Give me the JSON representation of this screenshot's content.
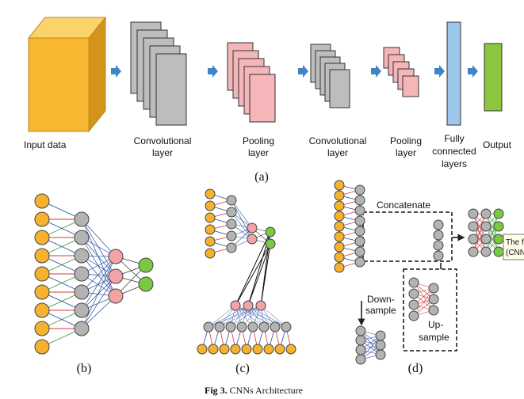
{
  "colors": {
    "input_fill": "#f7b731",
    "input_top": "#fbd36a",
    "input_side": "#d4941c",
    "conv_fill": "#bdbdbd",
    "pool_fill": "#f4b6b8",
    "fc_fill": "#9cc6ea",
    "output_fill": "#8cc63f",
    "arrow_fill": "#3d85c6",
    "node_yellow": "#f6b12e",
    "node_gray": "#b3b3b3",
    "node_pink": "#f1a3a6",
    "node_green": "#79c943",
    "edge_red": "#d23b3b",
    "edge_blue": "#2a4f9e",
    "edge_green": "#3f9a3f"
  },
  "panel_a": {
    "input_label": "Input data",
    "conv1_label": [
      "Convolutional",
      "layer"
    ],
    "pool1_label": [
      "Pooling",
      "layer"
    ],
    "conv2_label": [
      "Convolutional",
      "layer"
    ],
    "pool2_label": [
      "Pooling",
      "layer"
    ],
    "fc_label": [
      "Fully",
      "connected",
      "layers"
    ],
    "output_label": "Output",
    "caption": "(a)"
  },
  "panel_b": {
    "caption": "(b)"
  },
  "panel_c": {
    "caption": "(c)"
  },
  "panel_d": {
    "concatenate_label": "Concatenate",
    "downsample_label": [
      "Down-",
      "sample"
    ],
    "upsample_label": [
      "Up-",
      "sample"
    ],
    "tooltip_lines": [
      "The f",
      "(CNN"
    ],
    "caption": "(d)"
  },
  "figure_caption": {
    "prefix": "Fig 3.",
    "text": " CNNs Architecture"
  }
}
